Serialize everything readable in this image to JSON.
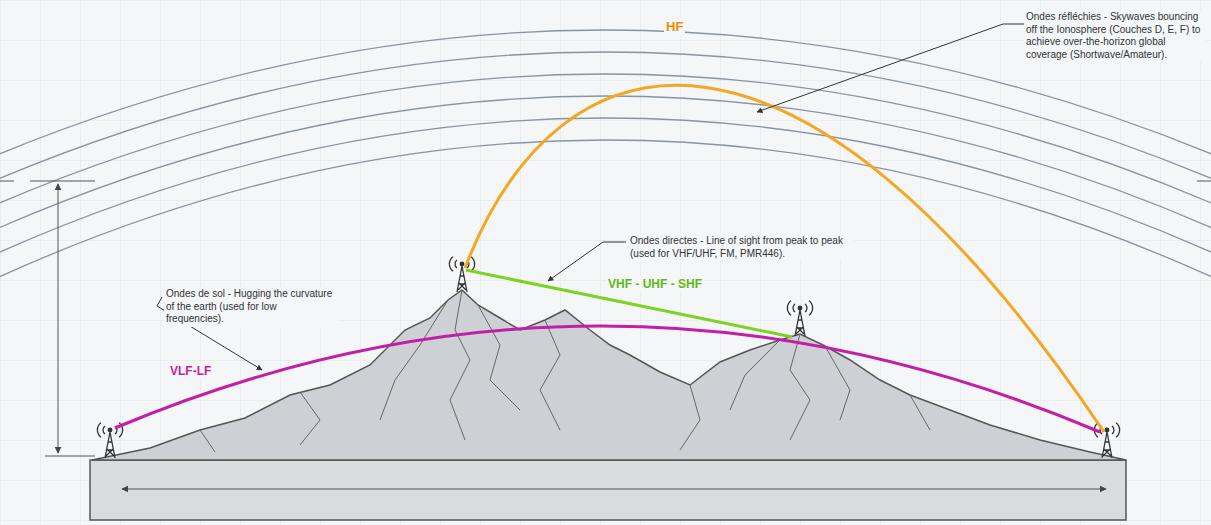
{
  "diagram": {
    "labels": [
      "Ondes réfléchies - Skywaves bouncing off the Ionosphere (Couches D, E, F) to achieve over-the-horizon global coverage (Shortwave/Amateur).",
      "HF",
      "Ondes directes - Line of sight from peak to peak (used for VHF/UHF, FM, PMR446).",
      "VHF - UHF - SHF",
      "Ondes de sol - Hugging the curvature of the earth (used for low frequencies).",
      "VLF-LF"
    ]
  }
}
